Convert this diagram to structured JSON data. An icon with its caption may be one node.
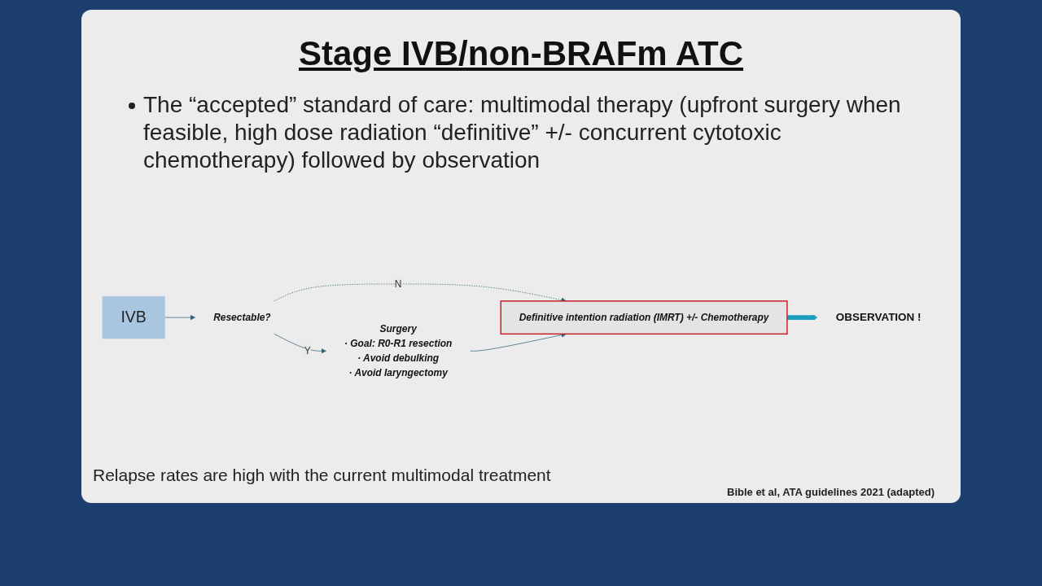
{
  "diagram": {
    "title": "Stage IVB/non-BRAFm ATC",
    "nodes": [
      {
        "text": [
          "IVB"
        ]
      },
      {
        "text": [
          "Resectable?"
        ]
      },
      {
        "text": [
          "Surgery"
        ],
        "beside": [
          "· Goal: R0-R1 resection",
          "· Avoid debulking",
          "· Avoid laryngectomy"
        ]
      },
      {
        "text": [
          "Definitive intention radiation (IMRT) +/- Chemotherapy"
        ]
      },
      {
        "text": [
          "OBSERVATION !"
        ]
      }
    ],
    "edges": [
      {
        "from": 0,
        "to": 1,
        "arrow": "to"
      },
      {
        "from": 1,
        "to": 2,
        "label": "Y",
        "arrow": "to"
      },
      {
        "from": 1,
        "to": 3,
        "label": "N",
        "arrow": "to",
        "style": "dashed"
      },
      {
        "from": 2,
        "to": 3,
        "arrow": "to"
      },
      {
        "from": 3,
        "to": 4,
        "arrow": "to",
        "style": "thick",
        "color": "#1a9fc0"
      }
    ],
    "labels": [
      "The “accepted” standard of care: multimodal therapy (upfront surgery when feasible, high dose radiation “definitive” +/- concurrent cytotoxic chemotherapy) followed by observation",
      "Relapse rates are high with the current multimodal treatment",
      "Bible et al, ATA guidelines 2021 (adapted)"
    ]
  }
}
